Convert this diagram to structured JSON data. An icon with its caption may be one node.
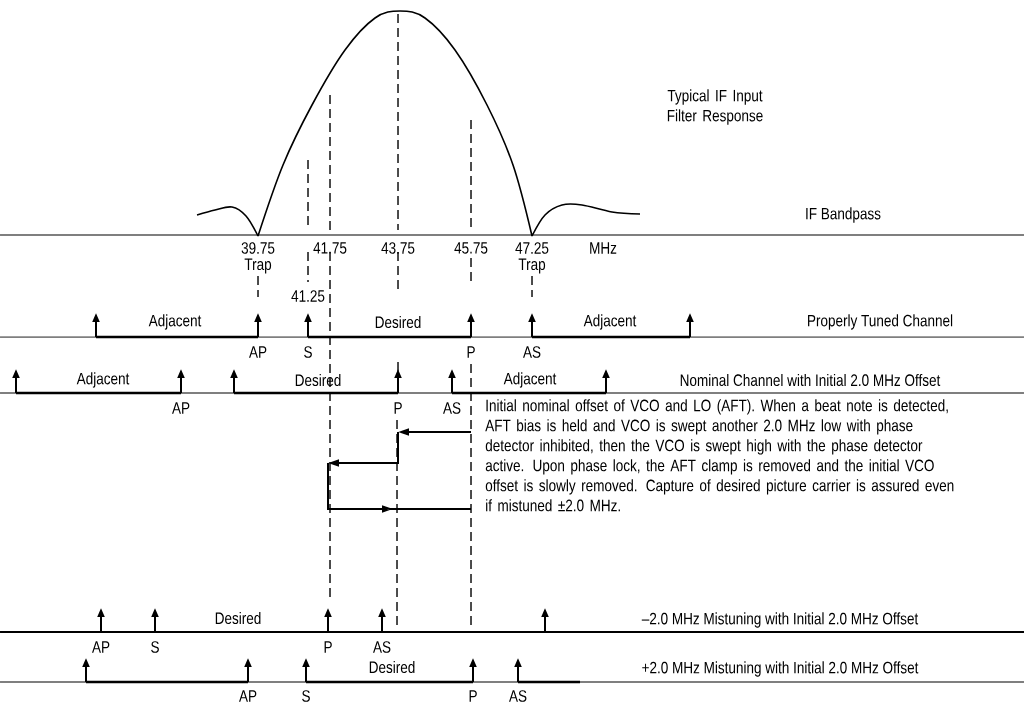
{
  "diagram": {
    "labels": [
      "Typical IF Input Filter Response",
      "IF Bandpass",
      "39.75",
      "41.75",
      "43.75",
      "45.75",
      "47.25",
      "MHz",
      "Trap",
      "Trap",
      "41.25",
      "Adjacent",
      "Desired",
      "Adjacent",
      "Properly Tuned Channel",
      "AP",
      "S",
      "P",
      "AS",
      "Adjacent",
      "Desired",
      "Adjacent",
      "Nominal Channel with Initial 2.0 MHz Offset",
      "AP",
      "P",
      "AS",
      "Initial nominal offset of VCO and LO (AFT). When a beat note is detected, AFT bias is held and VCO is swept another 2.0 MHz low with phase detector inhibited, then the VCO is swept high with the phase detector active. Upon phase lock, the AFT clamp is removed and the initial VCO offset is slowly removed. Capture of desired picture carrier is assured even if mistuned ±2.0 MHz.",
      "Desired",
      "–2.0 MHz Mistuning with Initial 2.0 MHz Offset",
      "AP",
      "S",
      "P",
      "AS",
      "Desired",
      "+2.0 MHz Mistuning with Initial 2.0 MHz Offset",
      "AP",
      "S",
      "P",
      "AS"
    ]
  }
}
